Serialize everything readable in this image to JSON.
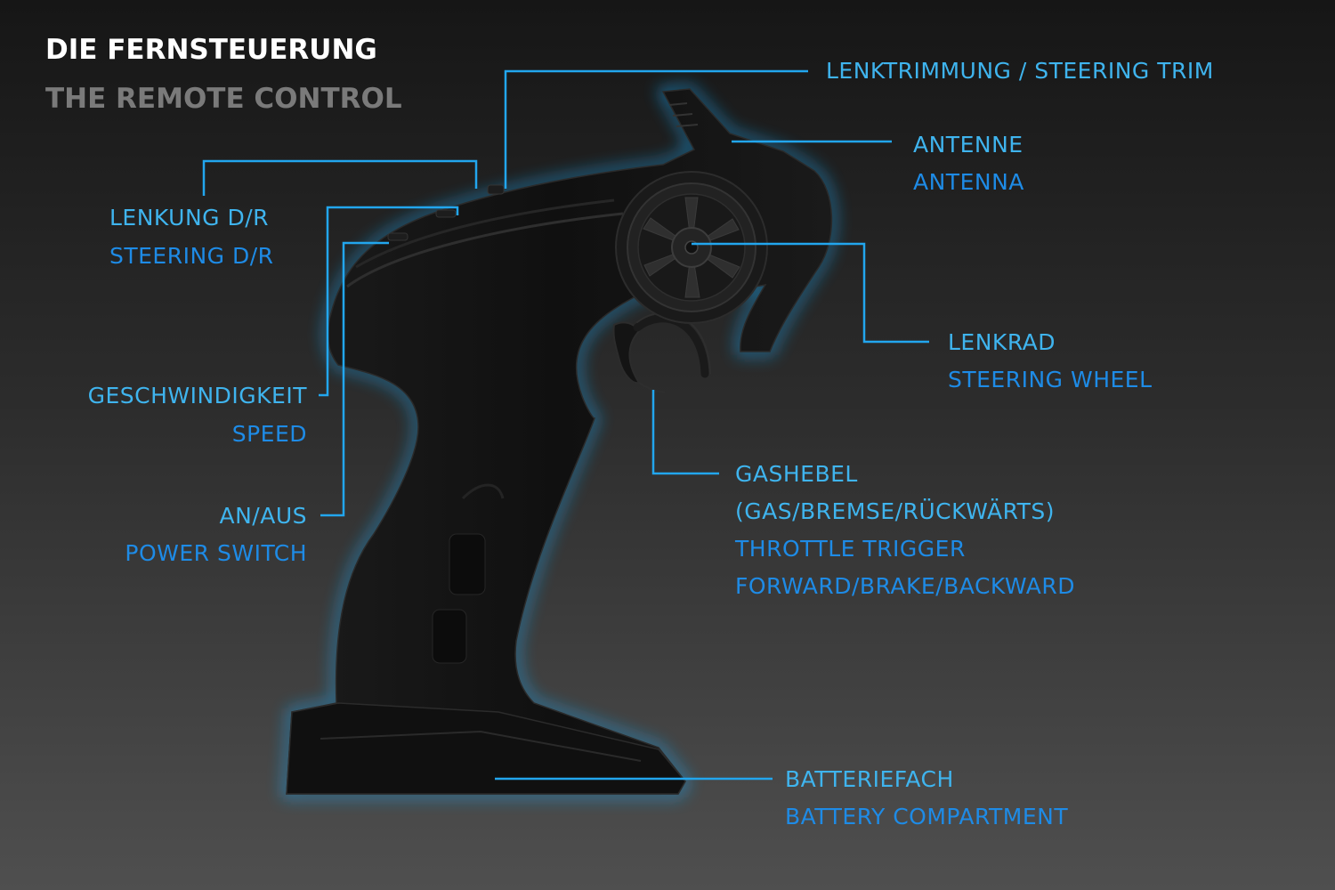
{
  "header": {
    "title_de": "DIE FERNSTEUERUNG",
    "title_en": "THE REMOTE CONTROL"
  },
  "colors": {
    "background_top": "#161616",
    "background_bottom": "#4f4f4f",
    "title_de": "#ffffff",
    "title_en": "#7a7a7a",
    "label_primary": "#3fb4ee",
    "label_secondary": "#1e8be6",
    "leader_line": "#22a6ee",
    "controller_body": "#121212",
    "controller_glow": "#1f9be0"
  },
  "callouts": {
    "steering_trim": {
      "text": "LENKTRIMMUNG / STEERING TRIM"
    },
    "antenna": {
      "de": "ANTENNE",
      "en": "ANTENNA"
    },
    "steering_dr": {
      "de": "LENKUNG D/R",
      "en": "STEERING D/R"
    },
    "steering_wheel": {
      "de": "LENKRAD",
      "en": "STEERING WHEEL"
    },
    "speed": {
      "de": "GESCHWINDIGKEIT",
      "en": "SPEED"
    },
    "throttle": {
      "de_line1": "GASHEBEL",
      "de_line2": "(GAS/BREMSE/RÜCKWÄRTS)",
      "en_line1": "THROTTLE TRIGGER",
      "en_line2": "FORWARD/BRAKE/BACKWARD"
    },
    "power": {
      "de": "AN/AUS",
      "en": "POWER SWITCH"
    },
    "battery": {
      "de": "BATTERIEFACH",
      "en": "BATTERY COMPARTMENT"
    }
  }
}
